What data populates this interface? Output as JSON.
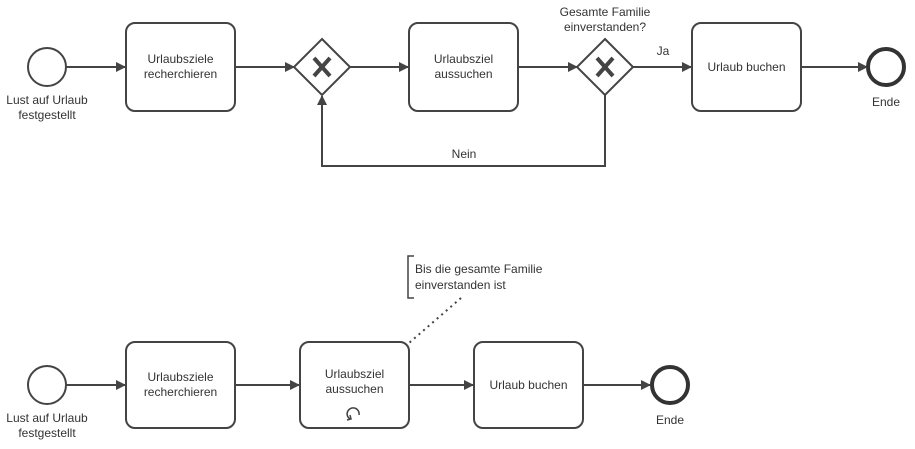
{
  "diagram1": {
    "start_event": {
      "label": [
        "Lust auf Urlaub",
        "festgestellt"
      ]
    },
    "task_research": {
      "label": [
        "Urlaubsziele",
        "recherchieren"
      ]
    },
    "task_choose": {
      "label": [
        "Urlaubsziel",
        "aussuchen"
      ]
    },
    "gateway_question": {
      "label": [
        "Gesamte Familie",
        "einverstanden?"
      ]
    },
    "flow_yes": {
      "label": "Ja"
    },
    "flow_no": {
      "label": "Nein"
    },
    "task_book": {
      "label": "Urlaub buchen"
    },
    "end_event": {
      "label": "Ende"
    }
  },
  "diagram2": {
    "start_event": {
      "label": [
        "Lust auf Urlaub",
        "festgestellt"
      ]
    },
    "task_research": {
      "label": [
        "Urlaubsziele",
        "recherchieren"
      ]
    },
    "task_choose_loop": {
      "label": [
        "Urlaubsziel",
        "aussuchen"
      ],
      "marker": "loop-icon"
    },
    "annotation": {
      "text": [
        "Bis die gesamte Familie",
        "einverstanden ist"
      ]
    },
    "task_book": {
      "label": "Urlaub buchen"
    },
    "end_event": {
      "label": "Ende"
    }
  }
}
